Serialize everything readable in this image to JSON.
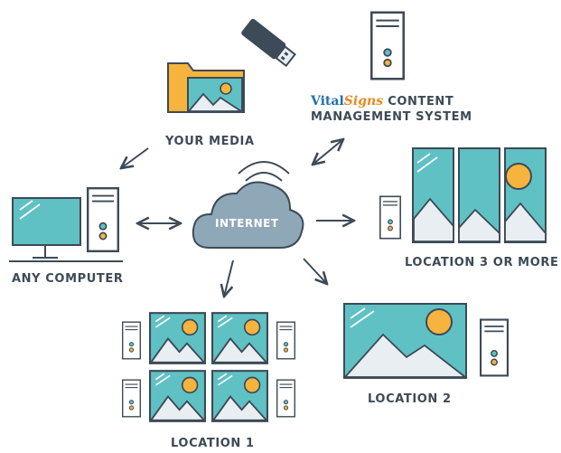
{
  "labels": {
    "your_media": "YOUR MEDIA",
    "cms_line2": "MANAGEMENT SYSTEM",
    "brand_vital": "Vital",
    "brand_signs": "Signs",
    "brand_rest": " CONTENT",
    "internet": "INTERNET",
    "any_computer": "ANY COMPUTER",
    "location_3": "LOCATION 3 OR MORE",
    "location_2": "LOCATION 2",
    "location_1": "LOCATION 1"
  },
  "colors": {
    "stroke": "#3d4a57",
    "teal": "#5fc1c3",
    "sun": "#f6b33d",
    "folder": "#f6b33d",
    "cloud": "#8fa8b8",
    "mountain": "#e9eef2",
    "brand_blue": "#1f6fb2",
    "brand_orange": "#e8891d"
  },
  "icons": [
    "usb-drive-icon",
    "folder-image-icon",
    "server-tower-icon",
    "desktop-monitor-icon",
    "cloud-icon",
    "wifi-icon",
    "display-screen-icon"
  ]
}
